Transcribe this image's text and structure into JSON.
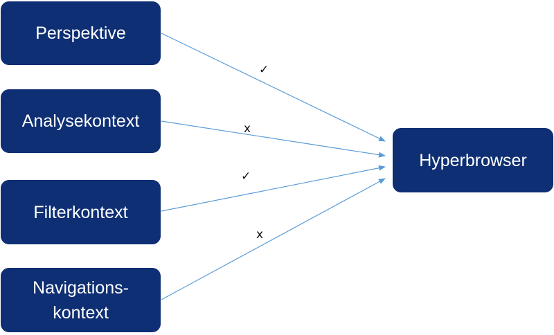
{
  "nodes": {
    "perspektive": "Perspektive",
    "analysekontext": "Analysekontext",
    "filterkontext": "Filterkontext",
    "navigation_line1": "Navigations-",
    "navigation_line2": "kontext",
    "hyperbrowser": "Hyperbrowser"
  },
  "edge_marks": {
    "perspektive": "✓",
    "analysekontext": "x",
    "filterkontext": "✓",
    "navigationskontext": "x"
  },
  "colors": {
    "box_fill": "#0e2f73",
    "box_text": "#ffffff",
    "arrow": "#5b9bd5"
  }
}
